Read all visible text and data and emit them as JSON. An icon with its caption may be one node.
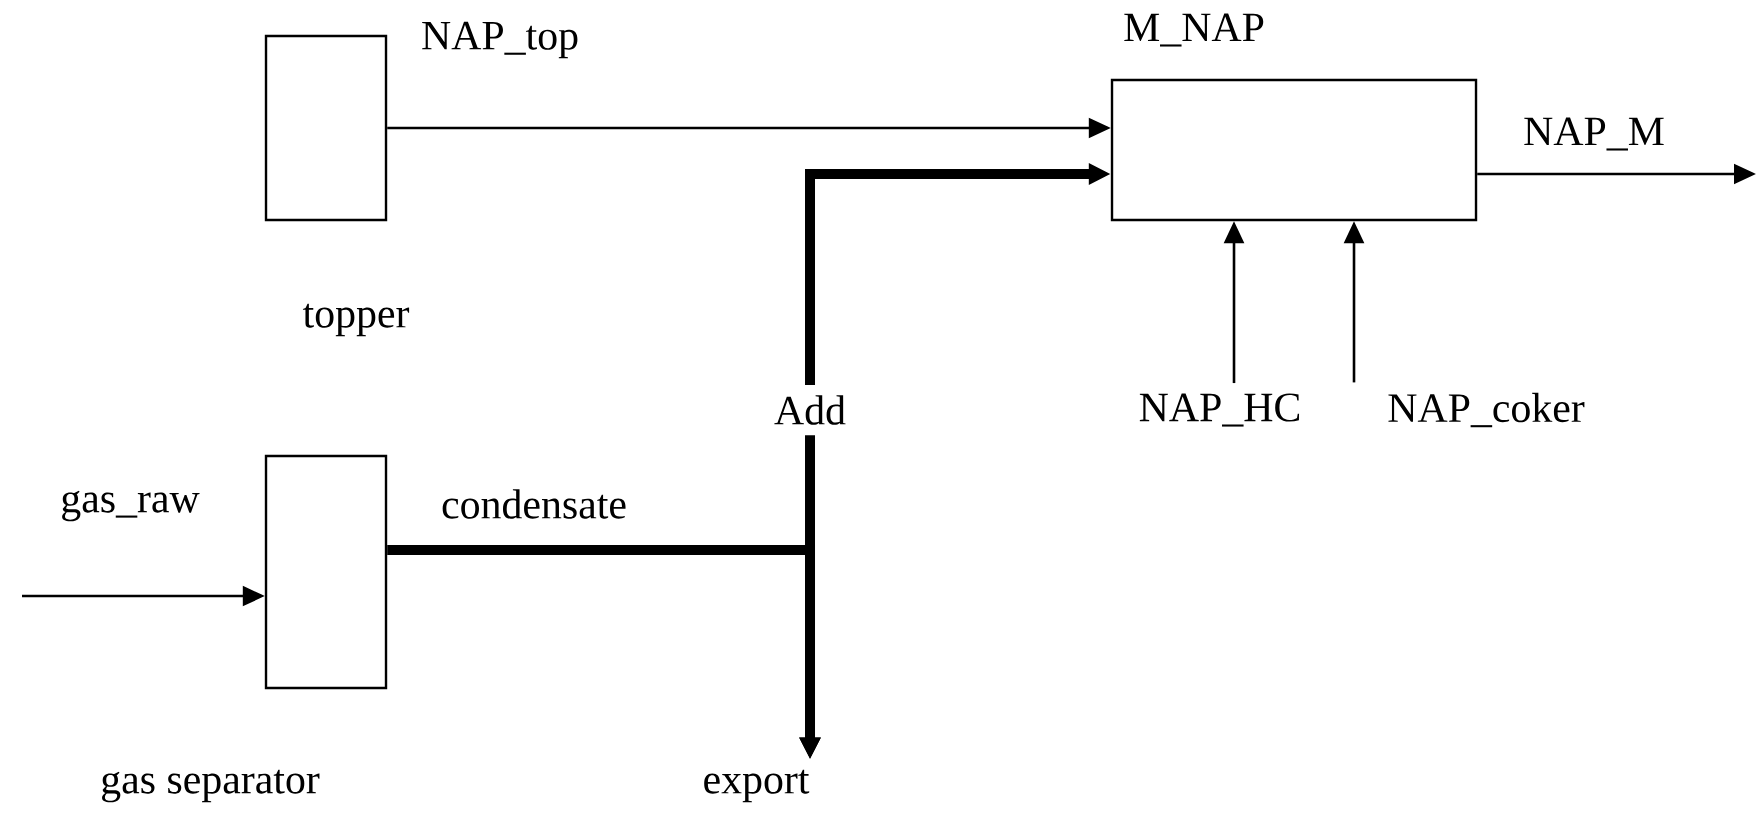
{
  "diagram": {
    "nodes": [
      {
        "text": [],
        "shape": "box",
        "beside": [
          "topper"
        ]
      },
      {
        "text": [
          "M_NAP"
        ]
      },
      {
        "text": [],
        "shape": "box",
        "beside": [
          "gas separator"
        ]
      },
      {
        "text": [
          "Add"
        ]
      },
      {
        "text": [
          "export"
        ]
      },
      {
        "text": [
          "NAP_HC"
        ]
      },
      {
        "text": [
          "NAP_coker"
        ]
      }
    ],
    "edges": [
      {
        "from": 0,
        "to": 1,
        "arrow": "to",
        "label": "NAP_top"
      },
      {
        "from": 3,
        "to": 1,
        "arrow": "to",
        "style": "thick"
      },
      {
        "from": 2,
        "to": 4,
        "arrow": "to",
        "style": "thick",
        "label": "condensate"
      },
      {
        "from": 3,
        "to": 4,
        "arrow": "to",
        "style": "thick"
      },
      {
        "from": 1,
        "to": null,
        "arrow": "to",
        "label": "NAP_M"
      },
      {
        "from": null,
        "to": 2,
        "arrow": "to",
        "label": "gas_raw"
      },
      {
        "from": 5,
        "to": 1,
        "arrow": "to"
      },
      {
        "from": 6,
        "to": 1,
        "arrow": "to"
      }
    ]
  }
}
